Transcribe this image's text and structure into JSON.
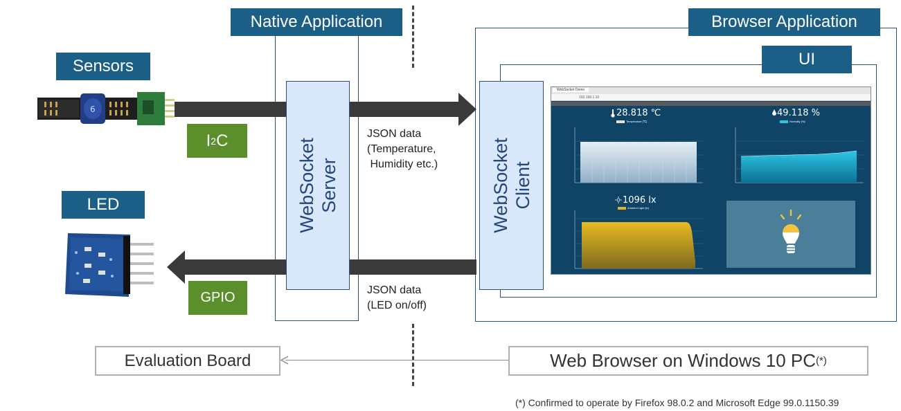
{
  "labels": {
    "sensors": "Sensors",
    "led": "LED",
    "native_app": "Native Application",
    "browser_app": "Browser Application",
    "ui": "UI",
    "ws_server_line1": "WebSocket",
    "ws_server_line2": "Server",
    "ws_client_line1": "WebSocket",
    "ws_client_line2": "Client",
    "i2c_main": "I",
    "i2c_sup": "2",
    "i2c_end": "C",
    "gpio": "GPIO"
  },
  "notes": {
    "json_top": "JSON data\n(Temperature,\n Humidity etc.)",
    "json_bottom": "JSON data\n(LED on/off)"
  },
  "bottom": {
    "eval_board": "Evaluation Board",
    "web_browser": "Web Browser on Windows 10 PC",
    "web_browser_sup": "(*)"
  },
  "footnote": "(*) Confirmed to operate by Firefox 98.0.2 and Microsoft Edge 99.0.1150.39",
  "screenshot": {
    "tab": "WebSocket Demo",
    "address": "192.168.1.10",
    "temperature": "28.818 ℃",
    "humidity": "49.118 %",
    "light": "1096 lx",
    "legend_temp": "Temperature [℃]",
    "legend_hum": "Humidity [%]",
    "legend_light": "Ambient Light [lx]"
  },
  "colors": {
    "tag_blue": "#1b5e86",
    "green": "#5a8f2c",
    "frame": "#2e4d7b",
    "ws_fill": "#dae8fc",
    "arrow": "#3a3a3a"
  }
}
